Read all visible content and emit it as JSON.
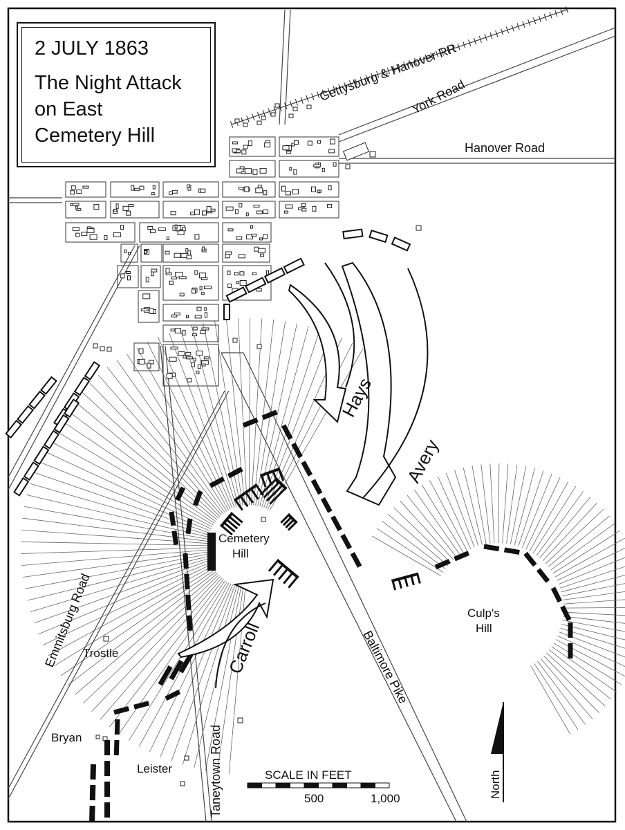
{
  "title": {
    "date": "2 JULY 1863",
    "line1": "The Night Attack",
    "line2": "on East",
    "line3": "Cemetery Hill"
  },
  "roads": {
    "railroad": "Gettysburg & Hanover RR",
    "york": "York Road",
    "hanover": "Hanover Road",
    "emmitsburg": "Emmitsburg Road",
    "taneytown": "Taneytown Road",
    "baltimore": "Baltimore Pike"
  },
  "places": {
    "cemetery_hill_1": "Cemetery",
    "cemetery_hill_2": "Hill",
    "culps_hill_1": "Culp's",
    "culps_hill_2": "Hill",
    "trostle": "Trostle",
    "bryan": "Bryan",
    "leister": "Leister"
  },
  "units": {
    "hays": "Hays",
    "avery": "Avery",
    "carroll": "Carroll"
  },
  "scale": {
    "title": "SCALE IN FEET",
    "mark1": "500",
    "mark2": "1,000"
  },
  "north": "North",
  "colors": {
    "ink": "#111111",
    "paper": "#ffffff"
  }
}
